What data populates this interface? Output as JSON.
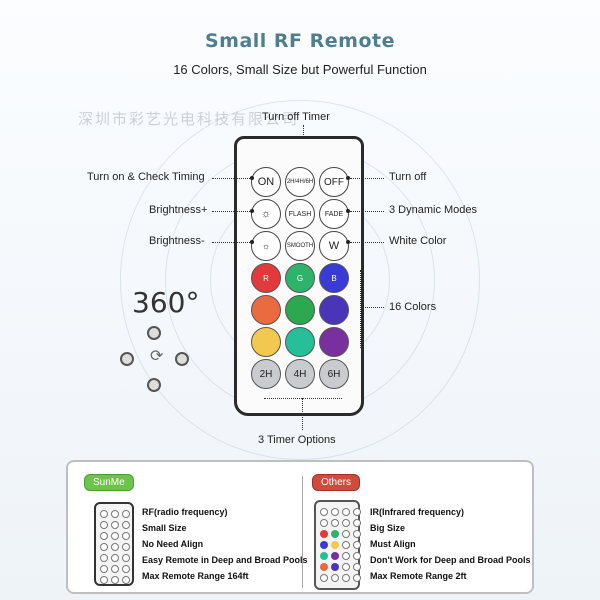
{
  "header": {
    "title": "Small RF Remote",
    "subtitle": "16 Colors, Small Size but Powerful Function"
  },
  "watermark_text": "深圳市彩艺光电科技有限公司",
  "remote": {
    "buttons": {
      "on": "ON",
      "timer": "2H/4H/6H",
      "off": "OFF",
      "bright_up": "☼",
      "flash": "FLASH",
      "fade": "FADE",
      "bright_down": "☼",
      "smooth": "SMOOTH",
      "white": "W",
      "red": "R",
      "green": "G",
      "blue": "B",
      "timer_2h": "2H",
      "timer_4h": "4H",
      "timer_6h": "6H"
    },
    "color_grid": [
      [
        "#e23a3a",
        "#2fb36b",
        "#3a3ad6"
      ],
      [
        "#ec6a3f",
        "#2ea84f",
        "#4a35b8"
      ],
      [
        "#f2c84e",
        "#27bf99",
        "#7a2f9e"
      ]
    ]
  },
  "labels": {
    "turn_off_timer": "Turn off Timer",
    "turn_on_check": "Turn on & Check Timing",
    "turn_off": "Turn off",
    "brightness_plus": "Brightness+",
    "dynamic_modes": "3 Dynamic Modes",
    "brightness_minus": "Brightness-",
    "white_color": "White Color",
    "colors_16": "16 Colors",
    "timer_options": "3 Timer Options",
    "rotation": "360°"
  },
  "comparison": {
    "ours": {
      "badge": "SunMe",
      "features": [
        "RF(radio frequency)",
        "Small Size",
        "No Need Align",
        "Easy Remote in Deep and Broad Pools",
        "Max Remote Range 164ft"
      ]
    },
    "others": {
      "badge": "Others",
      "features": [
        "IR(Infrared frequency)",
        "Big Size",
        "Must Align",
        "Don't Work for Deep and Broad Pools",
        "Max Remote Range 2ft"
      ]
    }
  },
  "colors": {
    "title": "#4f7f8e",
    "badge_ours": "#6ec34a",
    "badge_others": "#d14b3d"
  }
}
